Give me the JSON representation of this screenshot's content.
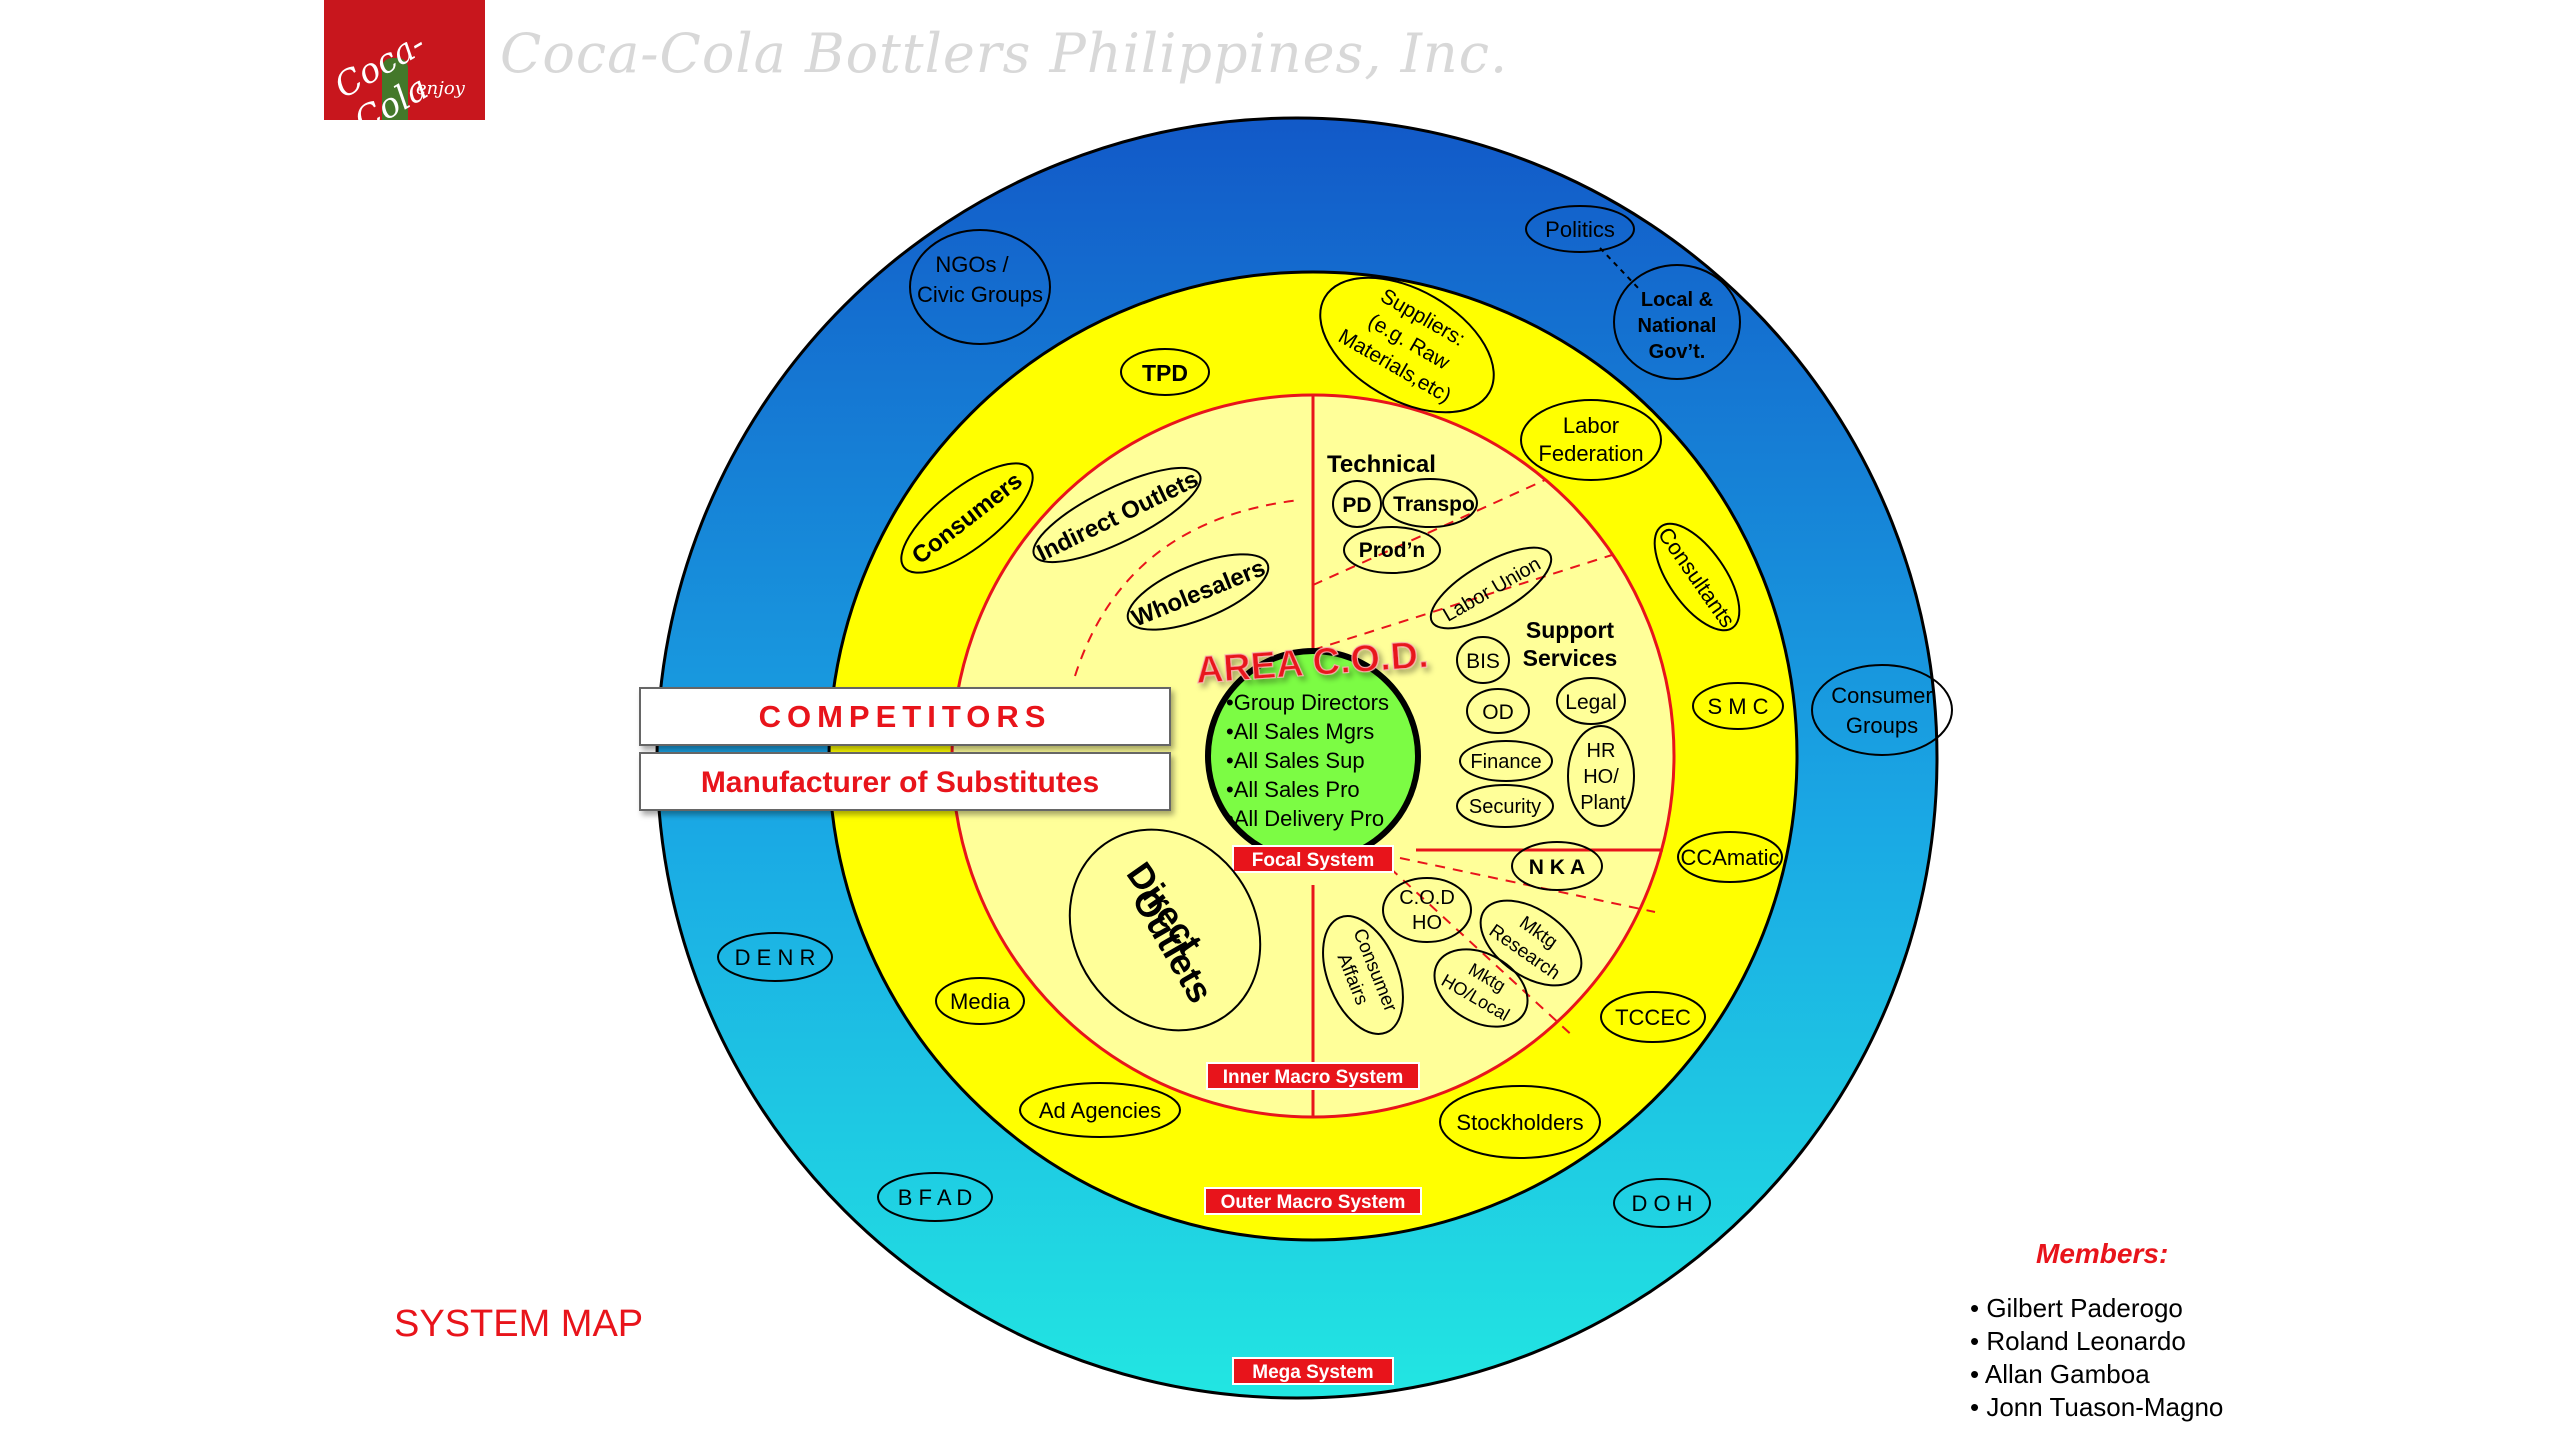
{
  "header": {
    "logo_script": "Coca-Cola",
    "logo_tagline": "enjoy",
    "company": "Coca-Cola Bottlers Philippines, Inc."
  },
  "title": "SYSTEM MAP",
  "center": {
    "heading": "AREA C.O.D.",
    "items": [
      "•Group Directors",
      "•All Sales Mgrs",
      "•All Sales Sup",
      "•All Sales Pro",
      "•All Delivery Pro"
    ]
  },
  "tags": {
    "focal": "Focal System",
    "inner": "Inner Macro System",
    "outer": "Outer Macro System",
    "mega": "Mega System"
  },
  "competitors": {
    "label": "COMPETITORS",
    "substitutes": "Manufacturer of  Substitutes"
  },
  "inner_left": {
    "indirect": "Indirect Outlets",
    "wholesalers": "Wholesalers",
    "direct_line1": "Direct",
    "direct_line2": "Outlets"
  },
  "technical": {
    "heading": "Technical",
    "pd": "PD",
    "transpo": "Transpo",
    "prodn": "Prod’n"
  },
  "support": {
    "heading_line1": "Support",
    "heading_line2": "Services",
    "labor_union": "Labor Union",
    "bis": "BIS",
    "od": "OD",
    "legal": "Legal",
    "finance": "Finance",
    "security": "Security",
    "hr_line1": "HR",
    "hr_line2": "HO/",
    "hr_line3": "Plant"
  },
  "marketing": {
    "nka": "N K A",
    "cod_ho_line1": "C.O.D",
    "cod_ho_line2": "HO",
    "mktg_research_line1": "Mktg",
    "mktg_research_line2": "Research",
    "mktg_ho_line1": "Mktg",
    "mktg_ho_line2": "HO/Local",
    "consumer_affairs_line1": "Consumer",
    "consumer_affairs_line2": "Affairs"
  },
  "outer_macro": {
    "tpd": "TPD",
    "consumers": "Consumers",
    "suppliers_line1": "Suppliers:",
    "suppliers_line2": "(e.g. Raw",
    "suppliers_line3": "Materials,etc)",
    "labor_fed_line1": "Labor",
    "labor_fed_line2": "Federation",
    "consultants": "Consultants",
    "smc": "S M C",
    "ccamatic": "CCAmatic",
    "tccec": "TCCEC",
    "stockholders": "Stockholders",
    "media": "Media",
    "ad_agencies": "Ad Agencies"
  },
  "mega": {
    "ngos_line1": "NGOs /",
    "ngos_line2": "Civic Groups",
    "politics": "Politics",
    "gov_line1": "Local &",
    "gov_line2": "National",
    "gov_line3": "Gov’t.",
    "consumer_groups_line1": "Consumer",
    "consumer_groups_line2": "Groups",
    "denr": "D E N R",
    "bfad": "B F A D",
    "doh": "D O H"
  },
  "members_title": "Members:",
  "members": [
    "• Gilbert Paderogo",
    "• Roland Leonardo",
    "• Allan Gamboa",
    "• Jonn Tuason-Magno"
  ],
  "colors": {
    "mega_top": "#1259c8",
    "mega_bottom": "#1fe0e4",
    "outer_macro": "#ffff00",
    "inner_macro": "#ffff99",
    "focal": "#7cfc44",
    "accent_red": "#e8141b"
  }
}
